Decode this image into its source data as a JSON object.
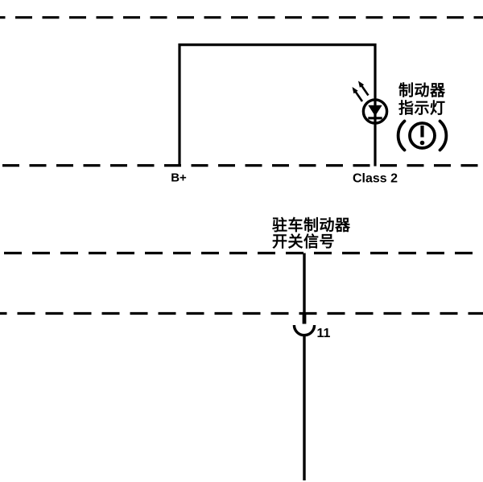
{
  "page": {
    "background_color": "#ffffff",
    "ink_color": "#000000",
    "kind": "automotive wiring schematic"
  },
  "circuit": {
    "terminals": {
      "b_plus": "B+",
      "class_2": "Class 2"
    },
    "connector_pin": "11",
    "brake_indicator_label": {
      "line1": "制动器",
      "line2": "指示灯"
    },
    "park_brake_signal_label": {
      "line1": "驻车制动器",
      "line2": "开关信号"
    },
    "icons": {
      "led": "led-indicator-icon",
      "brake_warning": "brake-warning-lamp-icon",
      "connector": "inline-connector-socket-icon"
    }
  }
}
